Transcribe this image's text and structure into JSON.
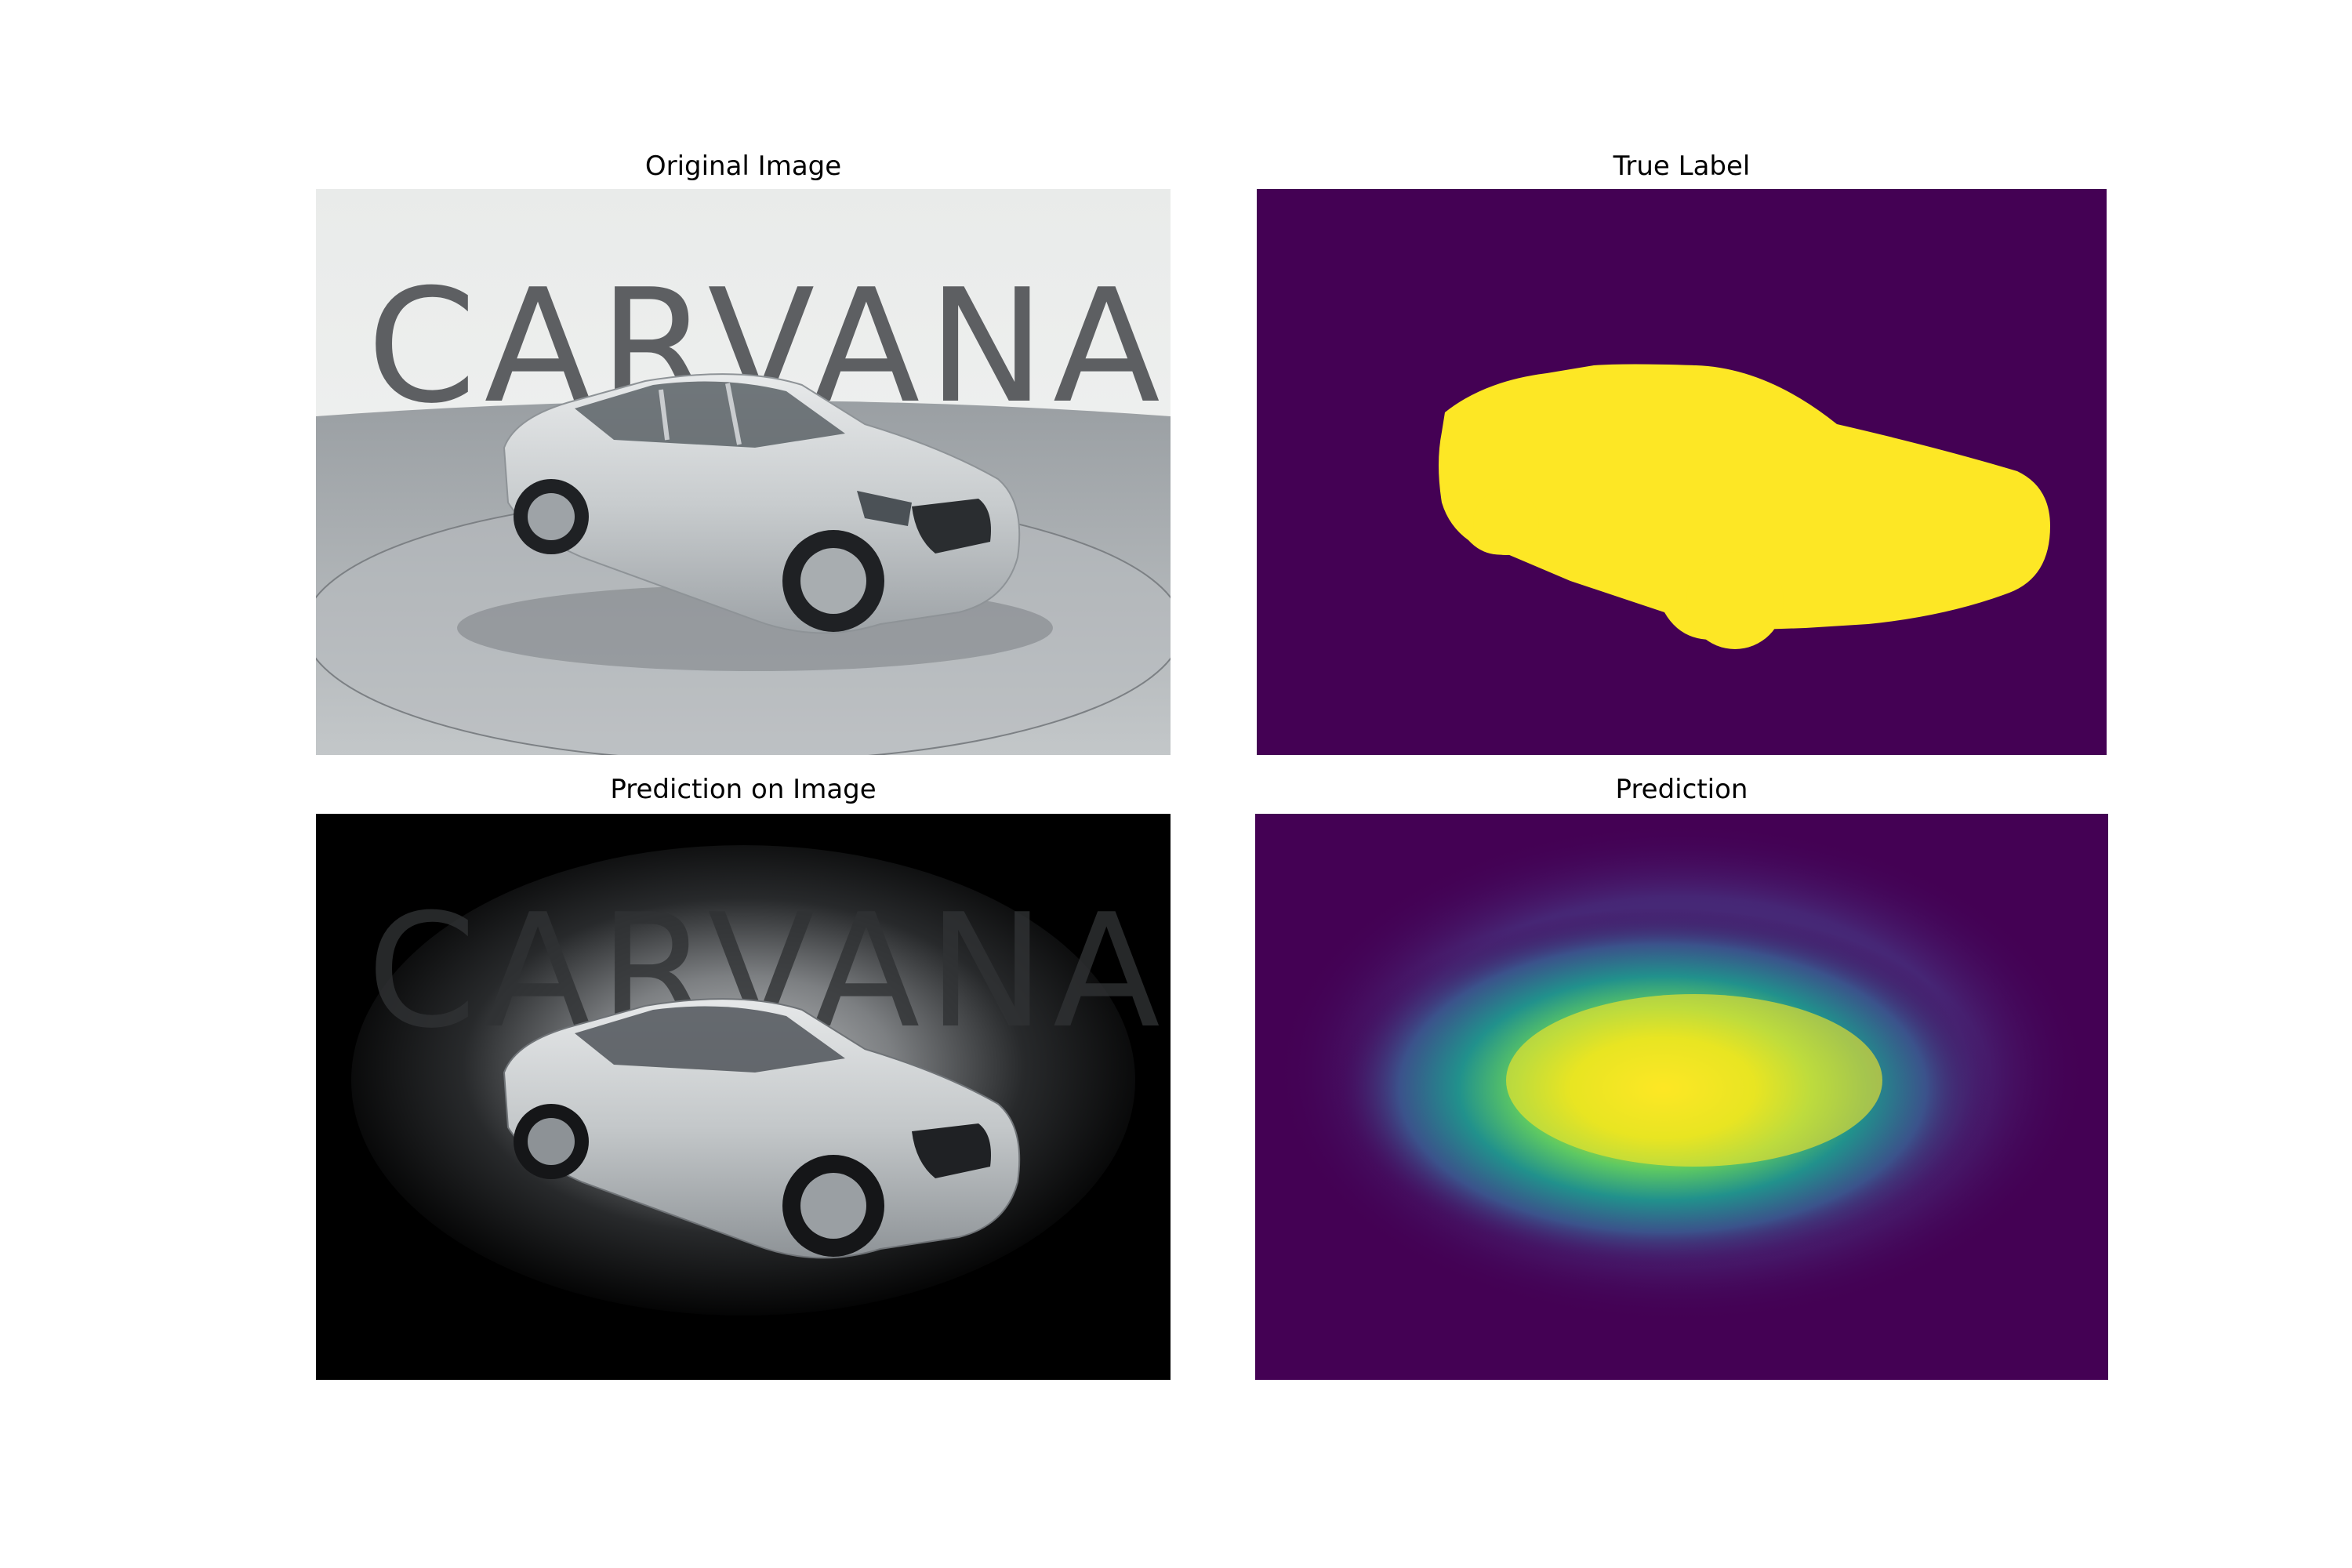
{
  "figure": {
    "panels": [
      {
        "title": "Original Image"
      },
      {
        "title": "True Label"
      },
      {
        "title": "Prediction on Image"
      },
      {
        "title": "Prediction"
      }
    ],
    "watermark_text": "CARVANA"
  },
  "colors": {
    "background_purple": "#440154",
    "mask_yellow": "#fde725",
    "viridis_teal": "#21918c",
    "viridis_blue": "#3b528b",
    "viridis_green": "#5ec962",
    "car_silver": "#c9cccf",
    "floor_gray": "#9da2a6",
    "wall_white": "#eceeed"
  }
}
